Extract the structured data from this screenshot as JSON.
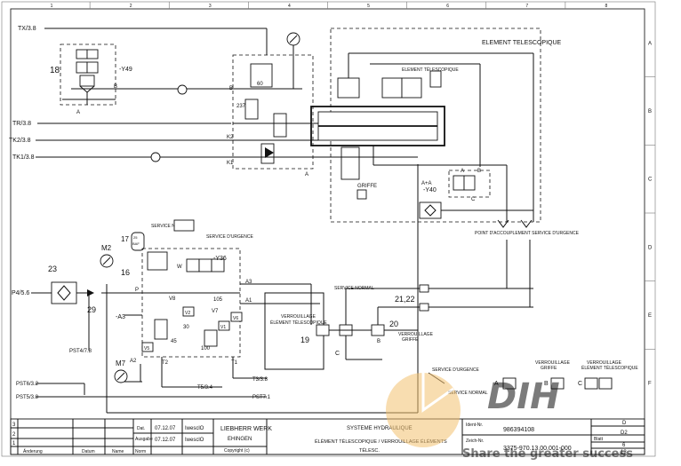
{
  "grid": {
    "columns": [
      "1",
      "2",
      "3",
      "4",
      "5",
      "6",
      "7",
      "8"
    ],
    "rows": [
      "A",
      "B",
      "C",
      "D",
      "E",
      "F"
    ]
  },
  "ports": {
    "tx": "TX/3.8",
    "tr": "TR/3.8",
    "tk2": "TK2/3.8",
    "tk1": "TK1/3.8",
    "p4": "P4/5.6",
    "pst4": "PST4/7.8",
    "pst6": "PST6/3.2",
    "pst5": "PST5/3.8",
    "t3": "T3/3.8",
    "t5": "T5/3.4",
    "pst7": "PST7.1"
  },
  "components": {
    "c18": "18",
    "c17": "17",
    "c23": "23",
    "c16": "16",
    "c29": "29",
    "c19": "19",
    "c20": "20",
    "c2122": "21,22",
    "m2": "M2",
    "m7": "M7",
    "y49": "-Y49",
    "y40": "-Y40",
    "y36": "-Y36",
    "a3": "-A3",
    "baf": "BAF",
    "baf_num": "25"
  },
  "valve_labels": {
    "v60": "60",
    "v237": "237",
    "k2": "K2",
    "k1": "K1",
    "ppt": "P",
    "a1pt": "A1",
    "a2pt": "A2",
    "a3pt": "A3",
    "t1pt": "T1",
    "t2pt": "T2",
    "v8": "V8",
    "v2": "V2",
    "v7": "V7",
    "v6": "V6",
    "v1": "V1",
    "v5": "V5",
    "n105": "105",
    "n30": "30",
    "n45": "45",
    "n100": "100",
    "aa": "A+A",
    "a": "A",
    "b": "B",
    "c": "C",
    "w": "W"
  },
  "annotations": {
    "element_telescopique": "ELEMENT TELESCOPIQUE",
    "element_telescopique_small": "ELEMENT TÉLESCOPIQUE",
    "griffe": "GRIFFE",
    "point_accouplement": "POINT D'ACCOUPLEMENT SERVICE D'URGENCE",
    "service_normal": "SERVICE NORMAL",
    "service_urgence": "SERVICE D'URGENCE",
    "service_normal2": "SERVICE NORMAL",
    "verrouillage_element_1": "VERROUILLAGE",
    "verrouillage_element_2": "ÉLÉMENT TÉLESCOPIQUE",
    "verrouillage_griffe_1": "VERROUILLAGE",
    "verrouillage_griffe_2": "GRIFFE",
    "leg_service_urgence": "SERVICE D'URGENCE",
    "leg_service_normal": "SERVICE NORMAL",
    "leg_verr_griffe_1": "VERROUILLAGE",
    "leg_verr_griffe_2": "GRIFFE",
    "leg_verr_elem_1": "VERROUILLAGE",
    "leg_verr_elem_2": "ÉLÉMENT TÉLESCOPIQUE",
    "leg_a": "A",
    "leg_b": "B",
    "leg_c": "C"
  },
  "title_block": {
    "rev": [
      "3",
      "2",
      "1"
    ],
    "col_headers": [
      "Änderung",
      "Datum",
      "Name",
      "Norm"
    ],
    "dat_label": "Dat.",
    "ausgabe_label": "Ausgabe",
    "date1": "07.12.07",
    "date2": "07.12.07",
    "name1": "IwesclO",
    "name2": "IwesclO",
    "company1": "LIEBHERR WERK",
    "company2": "EHINGEN",
    "copyright": "Copyright (c)",
    "title1": "SYSTEME HYDRAULIQUE",
    "title2": "ÉLÉMENT TÉLESCOPIQUE / VERROUILLAGE ÉLÉMENTS",
    "title3": "TÉLESC.",
    "ident_label": "Ident-Nr.",
    "ident_value": "986394108",
    "zeich_label": "Zeich-Nr.",
    "zeich_value": "3375-970.13.00.001-000",
    "blatt_label": "Blatt",
    "sheet_right": [
      "D",
      "D2",
      "6",
      "13"
    ]
  },
  "watermark": {
    "text": "Share the greater success"
  }
}
